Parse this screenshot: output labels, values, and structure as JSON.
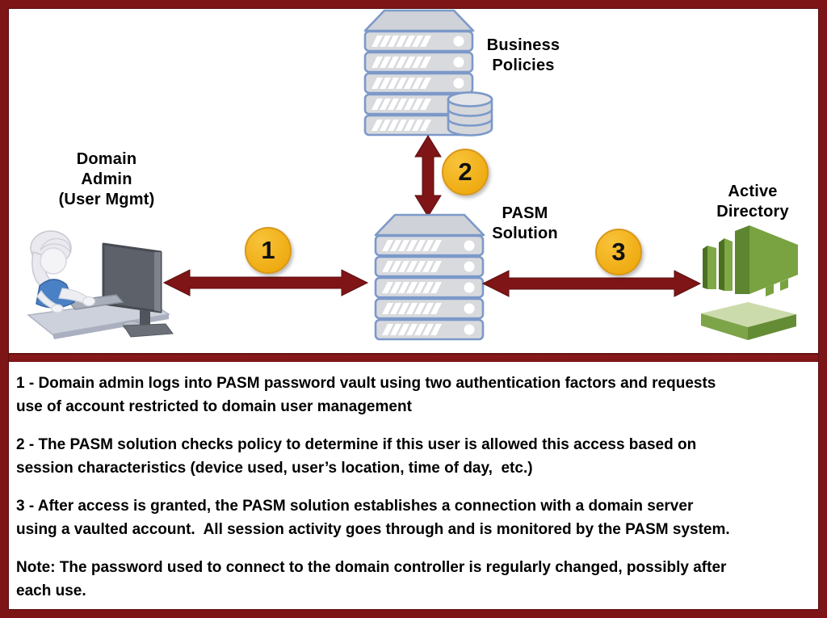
{
  "page": {
    "background": "#ffffff",
    "frame_color": "#7d1416"
  },
  "diagram": {
    "nodes": {
      "domain_admin": {
        "label_lines": [
          "Domain",
          "Admin",
          "(User Mgmt)"
        ]
      },
      "business_policies": {
        "label_lines": [
          "Business",
          "Policies"
        ]
      },
      "pasm": {
        "label_lines": [
          "PASM",
          "Solution"
        ]
      },
      "active_directory": {
        "label_lines": [
          "Active",
          "Directory"
        ]
      }
    },
    "steps": [
      {
        "number": "1"
      },
      {
        "number": "2"
      },
      {
        "number": "3"
      }
    ],
    "icons": {
      "domain_admin": "person-at-workstation-icon",
      "business_policies": "server-stack-with-database-icon",
      "pasm": "server-stack-icon",
      "active_directory": "green-directory-building-icon",
      "connections": "double-headed-arrow-icon"
    },
    "colors": {
      "arrow_maroon": "#7f1517",
      "step_badge_yellow": "#f2b31c",
      "server_outline_blue": "#7c99c9",
      "server_fill_gray": "#d9dade",
      "active_directory_green": "#79a241",
      "platform_green_light": "#ccdbab"
    }
  },
  "notes": {
    "paragraphs": [
      {
        "lines": [
          "1 - Domain admin logs into PASM password vault using two authentication factors and requests",
          "use of account restricted to domain user management"
        ]
      },
      {
        "lines": [
          "2 - The PASM solution checks policy to determine if this user is allowed this access based on",
          "session characteristics (device used, user’s location, time of day,  etc.)"
        ]
      },
      {
        "lines": [
          "3 - After access is granted, the PASM solution establishes a connection with a domain server",
          "using a vaulted account.  All session activity goes through and is monitored by the PASM system."
        ]
      },
      {
        "lines": [
          "Note: The password used to connect to the domain controller is regularly changed, possibly after",
          "each use."
        ]
      }
    ]
  }
}
